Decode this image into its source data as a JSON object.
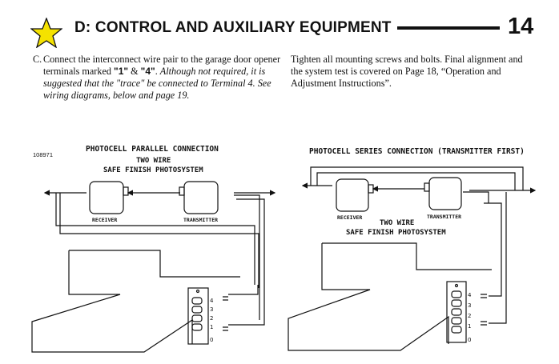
{
  "header": {
    "title": "D: CONTROL AND AUXILIARY EQUIPMENT",
    "page_number": "14"
  },
  "col_left": {
    "label": "C.",
    "t1": "Connect the interconnect wire pair to the garage door opener terminals marked ",
    "term1": "\"1\"",
    "amp": " & ",
    "term4": "\"4\"",
    "t2": ". ",
    "italic": "Although not required, it is suggested that the \"trace\" be connected to Terminal 4. See wiring diagrams, below and page 19."
  },
  "col_right": {
    "text": "Tighten all mounting screws and bolts.  Final alignment and the system test is covered on Page 18, “Operation and Adjustment Instructions”."
  },
  "diagram_left": {
    "id": "108971",
    "title": "PHOTOCELL PARALLEL CONNECTION",
    "sub1": "TWO WIRE",
    "sub2": "SAFE FINISH PHOTOSYSTEM",
    "receiver": "RECEIVER",
    "transmitter": "TRANSMITTER",
    "terminals": [
      "4",
      "3",
      "2",
      "1",
      "0"
    ]
  },
  "diagram_right": {
    "title": "PHOTOCELL SERIES CONNECTION (TRANSMITTER FIRST)",
    "sub1": "TWO WIRE",
    "sub2": "SAFE FINISH PHOTOSYSTEM",
    "receiver": "RECEIVER",
    "transmitter": "TRANSMITTER",
    "terminals": [
      "4",
      "3",
      "2",
      "1",
      "0"
    ]
  }
}
